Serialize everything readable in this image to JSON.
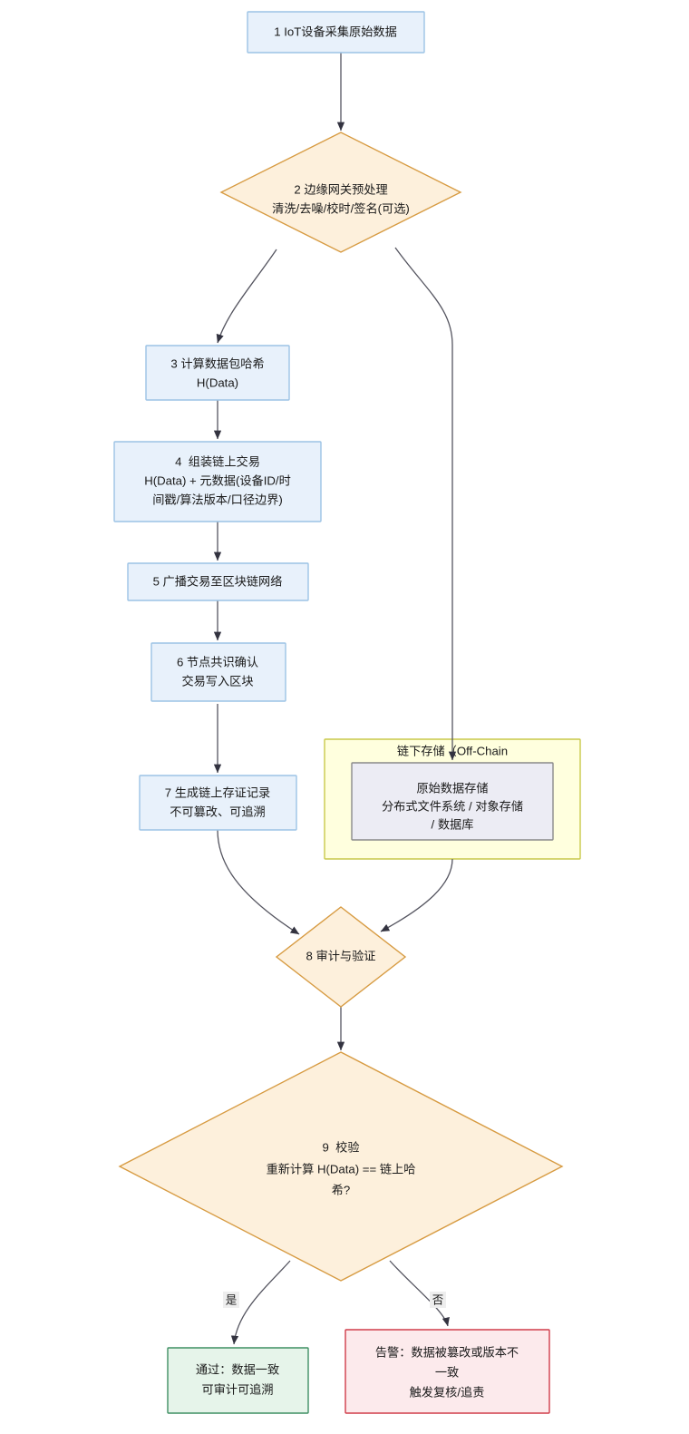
{
  "diagram": {
    "type": "flowchart",
    "direction": "top-to-bottom",
    "title_visible": false,
    "palette": {
      "process_fill": "#e8f1fb",
      "process_stroke": "#9cc3e5",
      "decision_fill": "#fdf0dc",
      "decision_stroke": "#d79b42",
      "store_fill": "#ececf4",
      "store_stroke": "#8a8a8a",
      "success_fill": "#e6f4ea",
      "success_stroke": "#3f8f63",
      "alert_fill": "#fceaec",
      "alert_stroke": "#d03c4a",
      "subgraph_fill": "#ffffde",
      "subgraph_stroke": "#c9c94a",
      "edge_stroke": "#555560",
      "background": "#ffffff"
    }
  },
  "nodes": {
    "n1": {
      "id": "1",
      "shape": "process",
      "lines": [
        "1 IoT设备采集原始数据"
      ]
    },
    "n2": {
      "id": "2",
      "shape": "decision",
      "lines": [
        "2 边缘网关预处理",
        "清洗/去噪/校时/签名(可选)"
      ]
    },
    "n3": {
      "id": "3",
      "shape": "process",
      "lines": [
        "3 计算数据包哈希",
        "H(Data)"
      ]
    },
    "n4": {
      "id": "4",
      "shape": "process",
      "lines": [
        "4  组装链上交易",
        "H(Data) + 元数据(设备ID/时",
        "间戳/算法版本/口径边界)"
      ]
    },
    "n5": {
      "id": "5",
      "shape": "process",
      "lines": [
        "5 广播交易至区块链网络"
      ]
    },
    "n6": {
      "id": "6",
      "shape": "process",
      "lines": [
        "6 节点共识确认",
        "交易写入区块"
      ]
    },
    "n7": {
      "id": "7",
      "shape": "process",
      "lines": [
        "7 生成链上存证记录",
        "不可篡改、可追溯"
      ]
    },
    "n8": {
      "id": "8",
      "shape": "decision",
      "lines": [
        "8 审计与验证"
      ]
    },
    "n9": {
      "id": "9",
      "shape": "decision",
      "lines": [
        "9  校验",
        "重新计算 H(Data) == 链上哈",
        "希?"
      ]
    },
    "store": {
      "id": "store",
      "shape": "store",
      "lines": [
        "原始数据存储",
        "分布式文件系统 / 对象存储",
        "/ 数据库"
      ]
    },
    "pass": {
      "id": "pass",
      "shape": "success",
      "lines": [
        "通过：数据一致",
        "可审计可追溯"
      ]
    },
    "alert": {
      "id": "alert",
      "shape": "alert",
      "lines": [
        "告警：数据被篡改或版本不",
        "一致",
        "触发复核/追责"
      ]
    }
  },
  "subgraph": {
    "title": "链下存储（Off-Chain"
  },
  "edges": [
    {
      "from": "1",
      "to": "2",
      "label": ""
    },
    {
      "from": "2",
      "to": "3",
      "label": ""
    },
    {
      "from": "2",
      "to": "store",
      "label": ""
    },
    {
      "from": "3",
      "to": "4",
      "label": ""
    },
    {
      "from": "4",
      "to": "5",
      "label": ""
    },
    {
      "from": "5",
      "to": "6",
      "label": ""
    },
    {
      "from": "6",
      "to": "7",
      "label": ""
    },
    {
      "from": "7",
      "to": "8",
      "label": ""
    },
    {
      "from": "store",
      "to": "8",
      "label": ""
    },
    {
      "from": "8",
      "to": "9",
      "label": ""
    },
    {
      "from": "9",
      "to": "pass",
      "label": "是"
    },
    {
      "from": "9",
      "to": "alert",
      "label": "否"
    }
  ],
  "edge_labels": {
    "yes": "是",
    "no": "否"
  }
}
